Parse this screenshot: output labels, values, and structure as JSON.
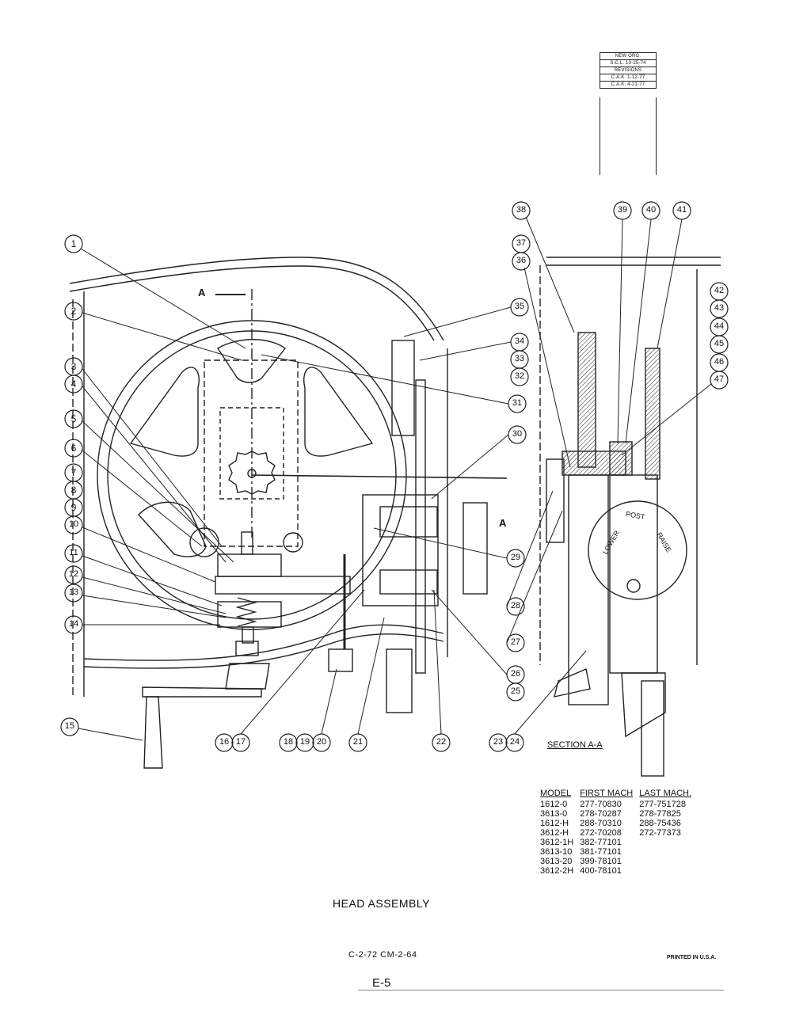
{
  "revision_block": {
    "rows": [
      "NEW ORG.",
      "S.C.L. 10-25-74",
      "REVISIONS",
      "C.A.K. 1-12-77",
      "C.A.K. 4-21-77"
    ]
  },
  "section_marks": {
    "left": "A",
    "right": "A"
  },
  "section_label": "SECTION A-A",
  "dial": {
    "lower": "LOWER",
    "post": "POST",
    "raise": "RAISE"
  },
  "callouts": {
    "c1": "1",
    "c2": "2",
    "c3": "3",
    "c4": "4",
    "c5": "5",
    "c6": "6",
    "c7": "7",
    "c8": "8",
    "c9": "9",
    "c10": "10",
    "c11": "11",
    "c12": "12",
    "c13": "13",
    "c14": "14",
    "c15": "15",
    "c16": "16",
    "c17": "17",
    "c18": "18",
    "c19": "19",
    "c20": "20",
    "c21": "21",
    "c22": "22",
    "c23": "23",
    "c24": "24",
    "c25": "25",
    "c26": "26",
    "c27": "27",
    "c28": "28",
    "c29": "29",
    "c30": "30",
    "c31": "31",
    "c32": "32",
    "c33": "33",
    "c34": "34",
    "c35": "35",
    "c36": "36",
    "c37": "37",
    "c38": "38",
    "c39": "39",
    "c40": "40",
    "c41": "41",
    "c42": "42",
    "c43": "43",
    "c44": "44",
    "c45": "45",
    "c46": "46",
    "c47": "47"
  },
  "models_table": {
    "headers": [
      "MODEL",
      "FIRST MACH",
      "LAST MACH."
    ],
    "rows": [
      [
        "1612-0",
        "277-70830",
        "277-751728"
      ],
      [
        "3613-0",
        "278-70287",
        "278-77825"
      ],
      [
        "1612-H",
        "288-70310",
        "288-75436"
      ],
      [
        "3612-H",
        "272-70208",
        "272-77373"
      ],
      [
        "3612-1H",
        "382-77101",
        ""
      ],
      [
        "3613-10",
        "381-77101",
        ""
      ],
      [
        "3613-20",
        "399-78101",
        ""
      ],
      [
        "3612-2H",
        "400-78101",
        ""
      ]
    ]
  },
  "title": "HEAD ASSEMBLY",
  "drawing_codes": "C-2-72 CM-2-64",
  "printed": "PRINTED IN U.S.A.",
  "page_number": "E-5"
}
